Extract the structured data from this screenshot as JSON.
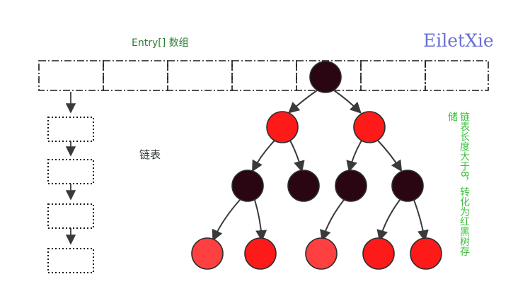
{
  "labels": {
    "array_title": "Entry[] 数组",
    "watermark": "EiletXie",
    "linked_list": "链表",
    "tree_note": "链表长度大于8，转化为红黑树存储"
  },
  "structure": {
    "array_slots": 7,
    "linked_list_nodes": 4,
    "tree": {
      "root": "black",
      "level1": [
        "red",
        "red"
      ],
      "level2": [
        "black",
        "black",
        "black",
        "black"
      ],
      "level3": [
        "red",
        "red",
        "red",
        "red",
        "red"
      ]
    }
  },
  "colors": {
    "black_node": "#2a0512",
    "red_node": "#ff1a1a",
    "light_red_node": "#ff4040",
    "edge": "#3a3a3a",
    "label_green": "#2e7d32",
    "note_green": "#3cbf3c",
    "watermark": "#6a6fd6"
  }
}
